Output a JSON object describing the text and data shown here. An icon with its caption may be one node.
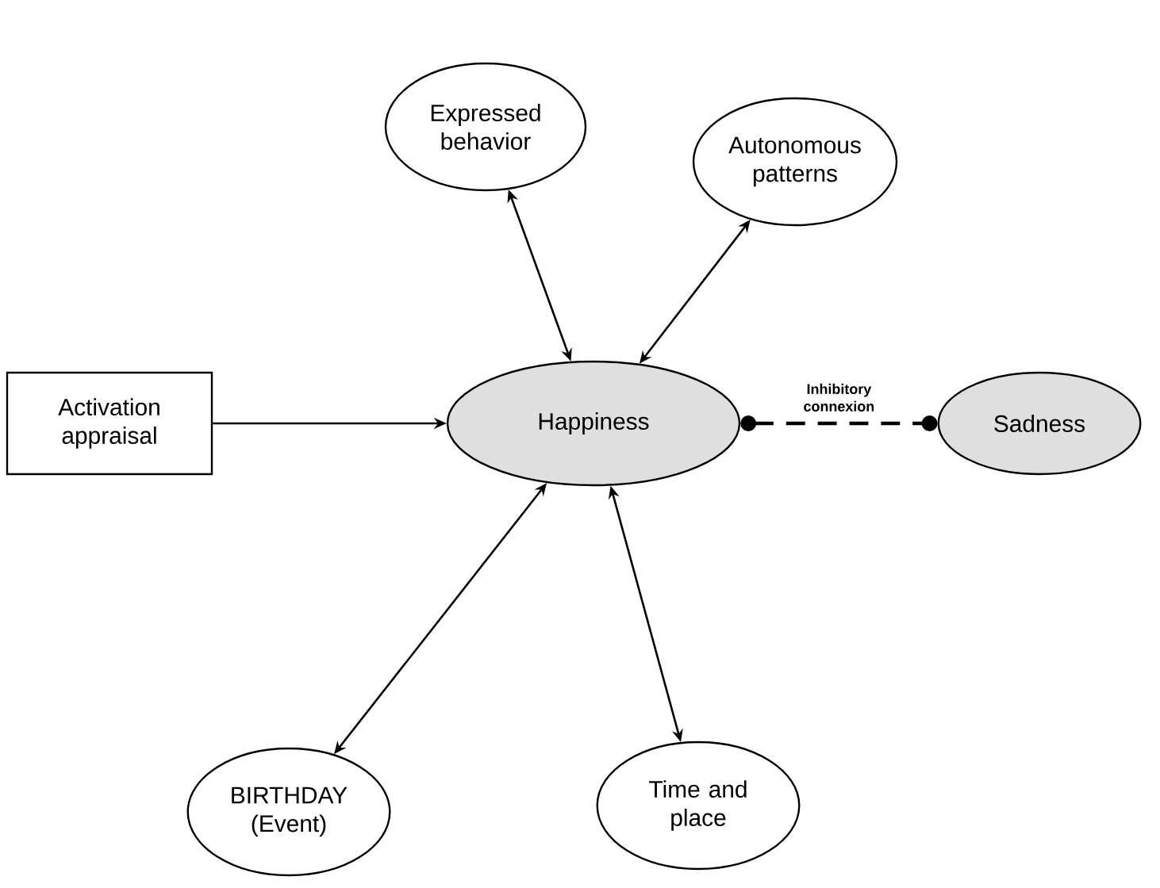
{
  "diagram": {
    "nodes": [
      {
        "text": [
          "Expressed behavior"
        ]
      },
      {
        "text": [
          "Autonomous patterns"
        ]
      },
      {
        "text": [
          "Activation appraisal"
        ]
      },
      {
        "text": [
          "Happiness"
        ]
      },
      {
        "text": [
          "Sadness"
        ]
      },
      {
        "text": [
          "BIRTHDAY (Event)"
        ]
      },
      {
        "text": [
          "Time and place"
        ]
      }
    ],
    "edges": [
      {
        "from": 0,
        "to": 3,
        "arrow": "both"
      },
      {
        "from": 1,
        "to": 3,
        "arrow": "both"
      },
      {
        "from": 2,
        "to": 3,
        "arrow": "to"
      },
      {
        "from": 3,
        "to": 4,
        "arrow": "other",
        "style": "dashed",
        "label": "Inhibitory connexion"
      },
      {
        "from": 3,
        "to": 5,
        "arrow": "both"
      },
      {
        "from": 3,
        "to": 6,
        "arrow": "both"
      }
    ]
  }
}
